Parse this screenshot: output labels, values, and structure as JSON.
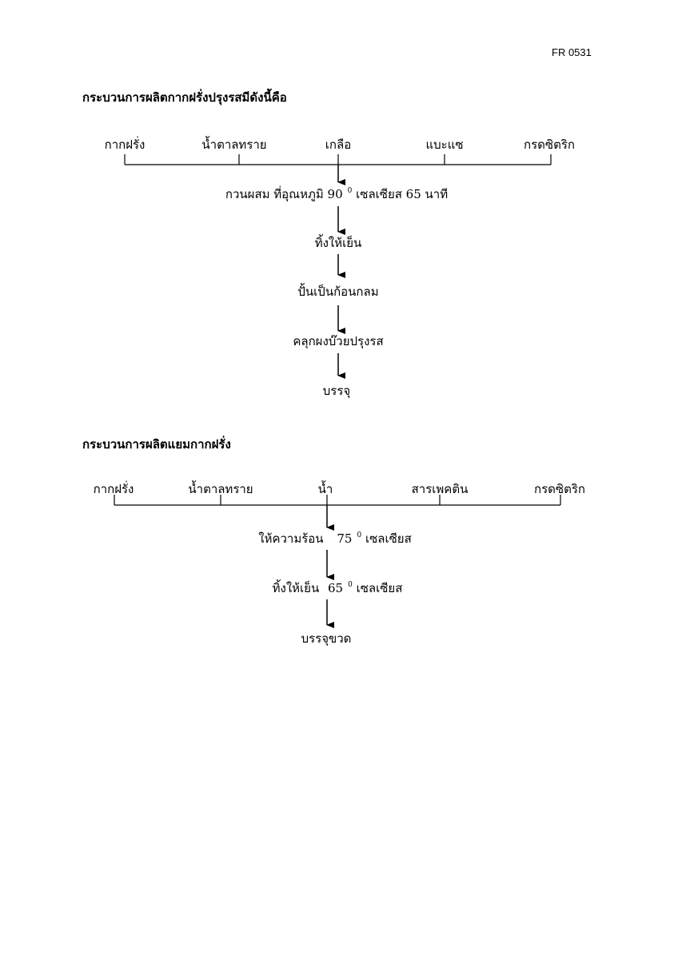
{
  "doc_code": "FR 0531",
  "process1": {
    "title": "กระบวนการผลิตกากฝรั่งปรุงรสมีดังนี้คือ",
    "ingredients": [
      "กากฝรั่ง",
      "น้ำตาลทราย",
      "เกลือ",
      "แบะแซ",
      "กรดซิตริก"
    ],
    "step1": {
      "text_a": "กวนผสม  ที่อุณหภูมิ",
      "temp": "90",
      "degree": "0",
      "text_b": "เซลเซียส 65  นาที"
    },
    "steps": [
      "ทิ้งให้เย็น",
      "ปั้นเป็นก้อนกลม",
      "คลุกผงบ๊วยปรุงรส",
      "บรรจุ"
    ]
  },
  "process2": {
    "title": "กระบวนการผลิตแยมกากฝรั่ง",
    "ingredients": [
      "กากฝรั่ง",
      "น้ำตาลทราย",
      "น้ำ",
      "สารเพคติน",
      "กรดซิตริก"
    ],
    "step1": {
      "text": "ให้ความร้อน",
      "temp": "75",
      "degree": "0",
      "unit": "เซลเซียส"
    },
    "step2": {
      "text": "ทิ้งให้เย็น",
      "temp": "65",
      "degree": "0",
      "unit": "เซลเซียส"
    },
    "step3": "บรรจุขวด"
  }
}
